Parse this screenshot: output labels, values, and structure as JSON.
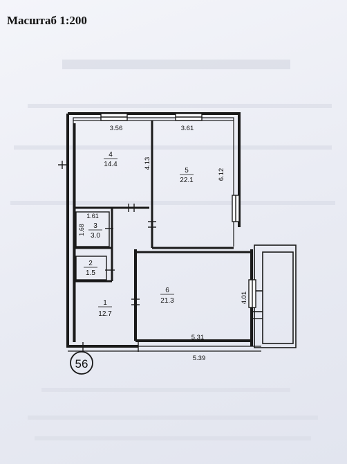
{
  "header": {
    "scale_title": "Масштаб 1:200"
  },
  "plan": {
    "apartment_number": "56",
    "rooms": [
      {
        "number": "4",
        "area": "14.4"
      },
      {
        "number": "5",
        "area": "22.1"
      },
      {
        "number": "3",
        "area": "3.0"
      },
      {
        "number": "2",
        "area": "1.5"
      },
      {
        "number": "1",
        "area": "12.7"
      },
      {
        "number": "6",
        "area": "21.3"
      }
    ],
    "dimensions": {
      "room4_width": "3.56",
      "room5_width": "3.61",
      "room4_depth": "4.13",
      "room5_depth": "6.12",
      "room3_width": "1.61",
      "room3_depth": "1.68",
      "room6_depth": "4.01",
      "room6_width": "5.31",
      "outer_width": "5.39"
    }
  },
  "colors": {
    "ink": "#1a1a1a",
    "paper": "#eef0f6"
  }
}
